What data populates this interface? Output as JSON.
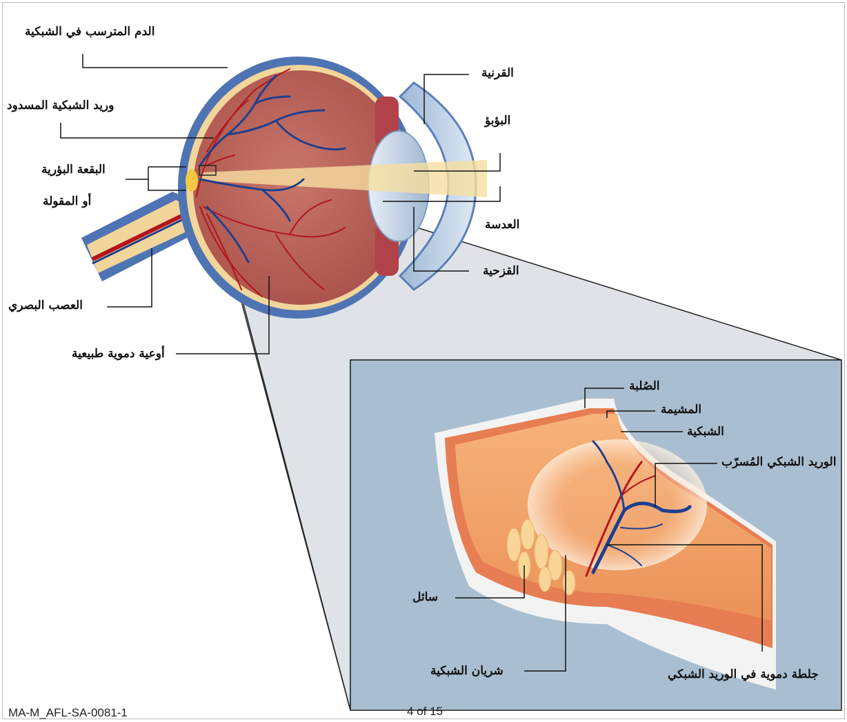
{
  "labels": {
    "retinal_hemorrhage": "الدم المترسب في الشبكية",
    "blocked_vein": "وريد الشبكية المسدود",
    "macula_line1": "البقعة البؤرية",
    "macula_line2": "أو المقولة",
    "optic_nerve": "العصب البصري",
    "normal_vessels": "أوعية دموية طبيعية",
    "cornea": "القرنية",
    "pupil": "البؤبؤ",
    "lens": "العدسة",
    "iris": "القزحية",
    "sclera": "الصُلبة",
    "choroid": "المشيمة",
    "retina": "الشبكية",
    "leaking_vein": "الوريد الشبكي المُسرّب",
    "fluid": "سائل",
    "retinal_artery": "شريان الشبكية",
    "clot": "جلطة دموية في الوريد الشبكي"
  },
  "footer": {
    "doc_code": "MA-M_AFL-SA-0081-1",
    "page": "4 of 15"
  },
  "colors": {
    "eye_outer": "#4f74b3",
    "eye_interior": "#c0675d",
    "sclera_band": "#f2d59a",
    "vein": "#1e3f8f",
    "artery": "#b2161c",
    "inset_bg": "#a9bfd1",
    "zoom_cone": "#dfe3e7"
  }
}
